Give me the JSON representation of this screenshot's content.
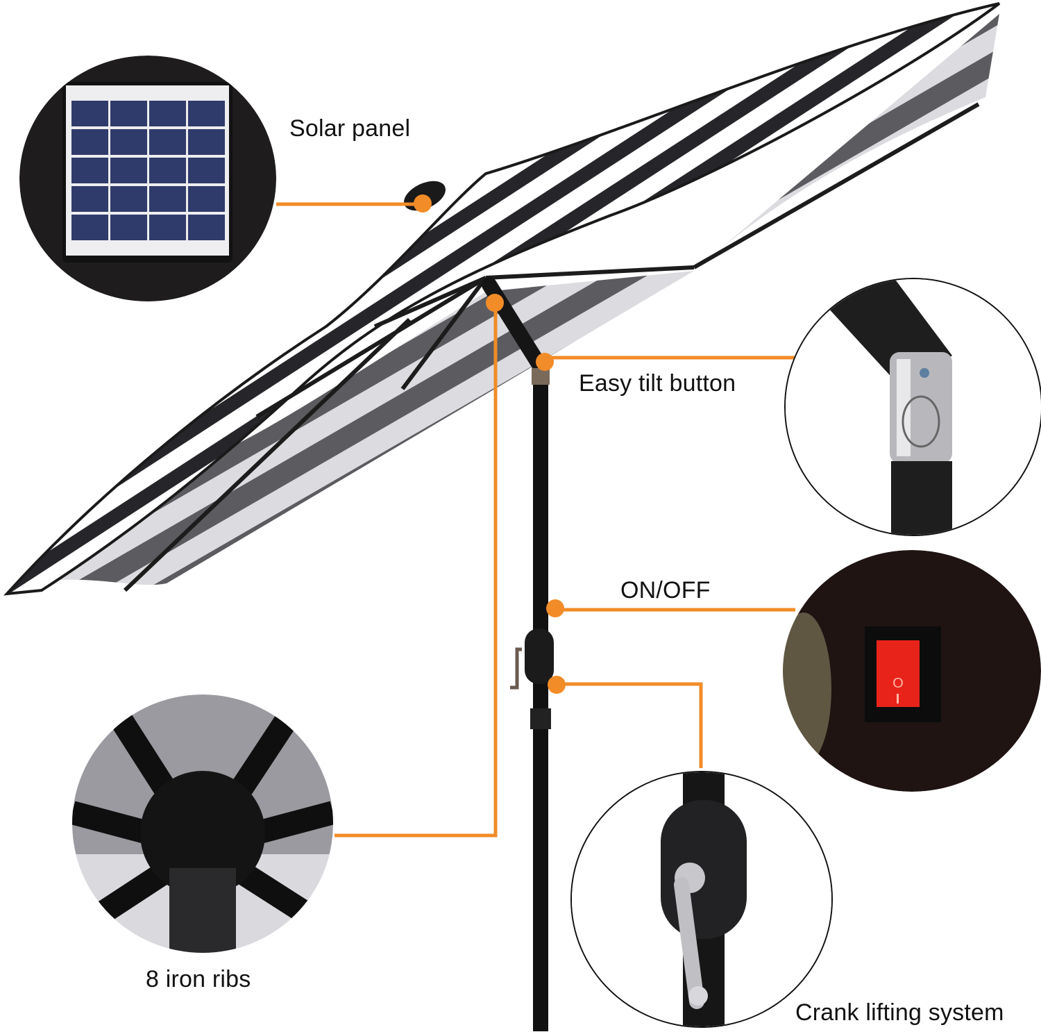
{
  "product": {
    "type": "striped-patio-umbrella",
    "stripe_colors": [
      "#2b2b2d",
      "#ffffff"
    ],
    "underside_stripe_colors": [
      "#5a5a5c",
      "#d9d9dc"
    ],
    "pole_color": "#111111"
  },
  "callout_color": "#f28c28",
  "features": [
    {
      "id": "solar",
      "label": "Solar panel"
    },
    {
      "id": "tilt",
      "label": "Easy tilt button"
    },
    {
      "id": "switch",
      "label": "ON/OFF",
      "switch_marks": [
        "O",
        "I"
      ],
      "switch_color": "#e8231a"
    },
    {
      "id": "ribs",
      "label": "8 iron ribs"
    },
    {
      "id": "crank",
      "label": "Crank lifting system"
    }
  ]
}
